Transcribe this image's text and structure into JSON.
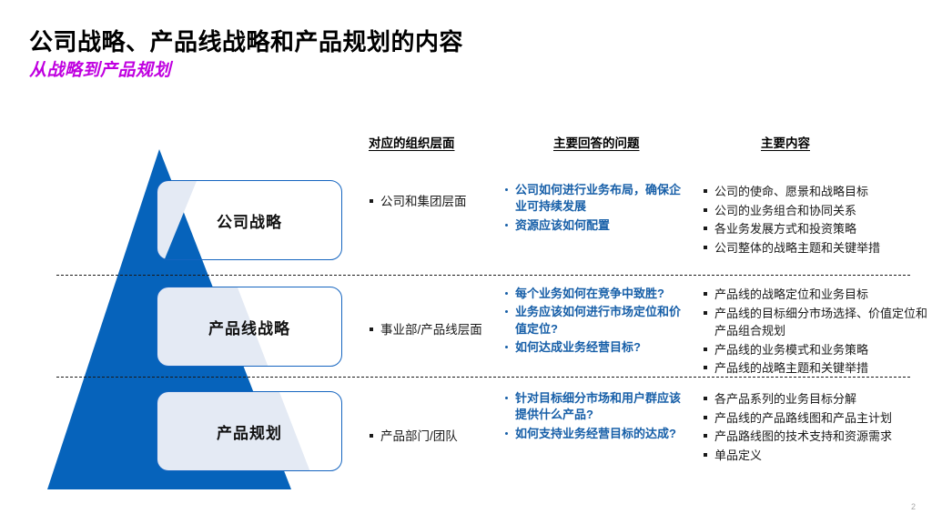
{
  "header": {
    "title": "公司战略、产品线战略和产品规划的内容",
    "subtitle": "从战略到产品规划",
    "subtitle_color": "#C000E0"
  },
  "columns": {
    "organization_level": "对应的组织层面",
    "key_questions": "主要回答的问题",
    "key_content": "主要内容"
  },
  "pyramid": {
    "fill_color": "#0663BB",
    "overlay_color": "#E4EAF4",
    "levels": [
      "公司战略",
      "产品线战略",
      "产品规划"
    ]
  },
  "rows": [
    {
      "stage": "公司战略",
      "organization": [
        "公司和集团层面"
      ],
      "questions": [
        "公司如何进行业务布局，确保企业可持续发展",
        "资源应该如何配置"
      ],
      "content": [
        "公司的使命、愿景和战略目标",
        "公司的业务组合和协同关系",
        "各业务发展方式和投资策略",
        "公司整体的战略主题和关键举措"
      ]
    },
    {
      "stage": "产品线战略",
      "organization": [
        "事业部/产品线层面"
      ],
      "questions": [
        "每个业务如何在竞争中致胜?",
        "业务应该如何进行市场定位和价值定位?",
        "如何达成业务经营目标?"
      ],
      "content": [
        "产品线的战略定位和业务目标",
        "产品线的目标细分市场选择、价值定位和产品组合规划",
        "产品线的业务模式和业务策略",
        "产品线的战略主题和关键举措"
      ]
    },
    {
      "stage": "产品规划",
      "organization": [
        "产品部门/团队"
      ],
      "questions": [
        "针对目标细分市场和用户群应该提供什么产品?",
        "如何支持业务经营目标的达成?"
      ],
      "content": [
        "各产品系列的业务目标分解",
        "产品线的产品路线图和产品主计划",
        "产品路线图的技术支持和资源需求",
        "单品定义"
      ]
    }
  ],
  "footer": {
    "page_number": "2"
  }
}
